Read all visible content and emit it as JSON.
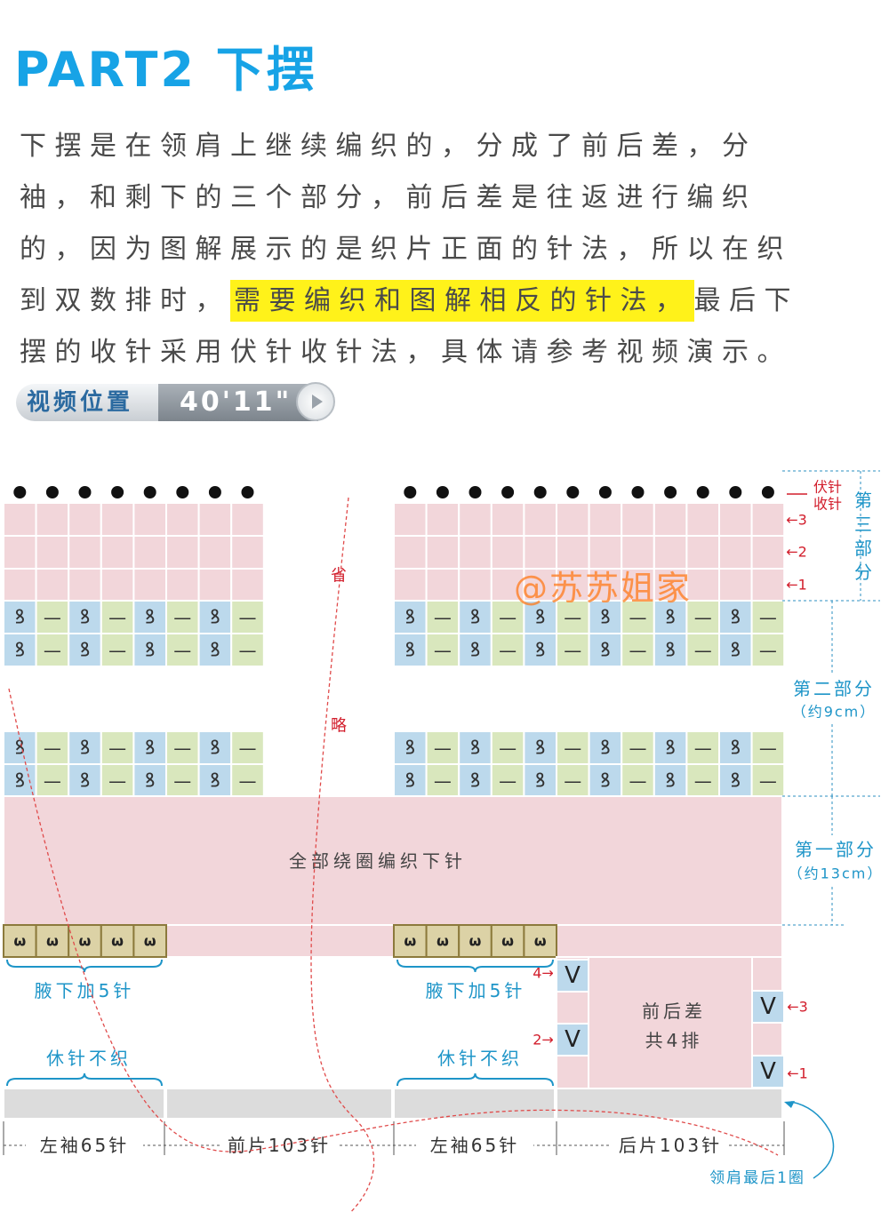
{
  "title": "PART2 下摆",
  "paragraph": {
    "line1": "下摆是在领肩上继续编织的，分成了前后差，分",
    "line2": "袖，和剩下的三个部分，前后差是往返进行编织",
    "line3": "的，因为图解展示的是织片正面的针法，所以在织",
    "line4_pre": "到双数排时，",
    "line4_hl": "需要编织和图解相反的针法，",
    "line4_post": "最后下",
    "line5": "摆的收针采用伏针收针法，具体请参考视频演示。"
  },
  "video": {
    "label": "视频位置",
    "time": "40'11\""
  },
  "diagram": {
    "watermark": "@苏苏姐家",
    "omit_top": "省",
    "omit_bottom": "略",
    "symbols": {
      "purl_twist": "ꝸ",
      "knit": "—",
      "yo": "ω",
      "inc": "V"
    },
    "center_label": "全部绕圈编织下针",
    "short_rows": [
      "前后差",
      "共4排"
    ],
    "underarm_left": "腋下加5针",
    "underarm_right": "腋下加5针",
    "hold_left": "休针不织",
    "hold_right": "休针不织",
    "bottom_labels": [
      "左袖65针",
      "前片103针",
      "左袖65针",
      "后片103针"
    ],
    "last_round": "领肩最后1圈",
    "right_markers": {
      "bindoff1": "伏针",
      "bindoff2": "收针",
      "row3": "←3",
      "row2": "←2",
      "row1": "←1",
      "left4": "4→",
      "left2": "2→",
      "sr3": "←3",
      "sr1": "←1"
    },
    "parts": {
      "part3": [
        "第",
        "三",
        "部",
        "分"
      ],
      "part2": "第二部分",
      "part2_size": "（约9cm）",
      "part1": "第一部分",
      "part1_size": "（约13cm）"
    }
  },
  "colors": {
    "title": "#17a3e6",
    "pink": "#f2d6da",
    "blue": "#bcd9ec",
    "green": "#d9e7bd",
    "tan": "#dcd2a6",
    "gray": "#dcdcdc",
    "label_blue": "#1e95c8",
    "marker_red": "#d21e2c"
  }
}
